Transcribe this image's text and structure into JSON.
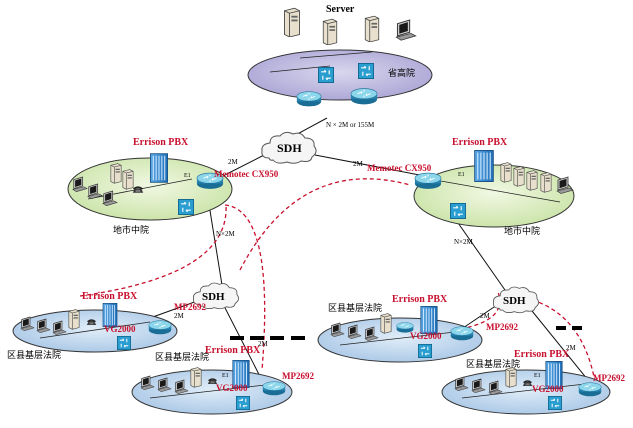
{
  "top": {
    "server_label": "Server",
    "court_label": "省高院",
    "link_label": "N × 2M or 155M"
  },
  "clouds": {
    "center": "SDH",
    "left": "SDH",
    "right": "SDH"
  },
  "city_left": {
    "pbx": "Errison PBX",
    "router": "Memotec CX950",
    "label": "地市中院",
    "e1": "E1",
    "link_2m": "2M",
    "link_n2m": "N×2M"
  },
  "city_right": {
    "pbx": "Errison PBX",
    "router": "Memotec CX950",
    "label": "地市中院",
    "e1": "E1",
    "link_2m": "2M",
    "link_n2m": "N×2M"
  },
  "county_a": {
    "pbx": "Errison PBX",
    "vg": "VG2000",
    "mp": "MP2692",
    "label": "区县基层法院",
    "link": "2M"
  },
  "county_b": {
    "pbx": "Errison PBX",
    "vg": "VG2000",
    "mp": "MP2692",
    "label": "区县基层法院",
    "link": "2M",
    "e1": "E1"
  },
  "county_c": {
    "pbx": "Errison PBX",
    "vg": "VG2000",
    "mp": "MP2692",
    "label": "区县基层法院",
    "link": "2M"
  },
  "county_d": {
    "pbx": "Errison PBX",
    "vg": "VG2000",
    "mp": "MP2692",
    "label": "区县基层法院",
    "link": "2M",
    "e1": "E1"
  }
}
